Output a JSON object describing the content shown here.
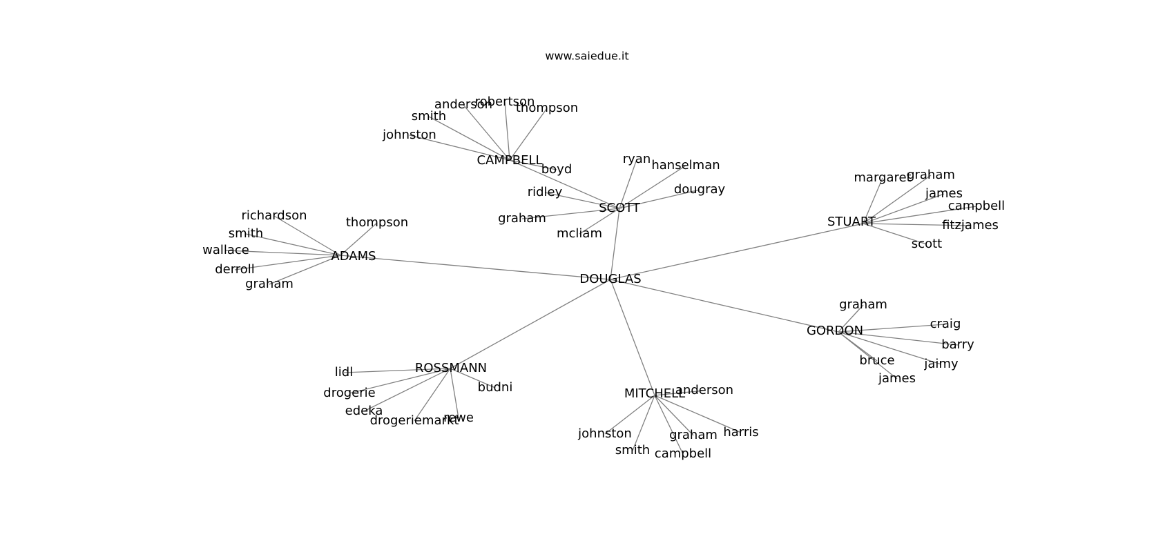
{
  "title": "www.saiedue.it",
  "nodes": {
    "douglas": "DOUGLAS",
    "campbell": "CAMPBELL",
    "scott": "SCOTT",
    "stuart": "STUART",
    "adams": "ADAMS",
    "gordon": "GORDON",
    "rossmann": "ROSSMANN",
    "mitchell": "MITCHELL",
    "c_anderson": "anderson",
    "c_robertson": "robertson",
    "c_thompson": "thompson",
    "c_smith": "smith",
    "c_johnston": "johnston",
    "c_boyd": "boyd",
    "s_ryan": "ryan",
    "s_hanselman": "hanselman",
    "s_dougray": "dougray",
    "s_ridley": "ridley",
    "s_graham": "graham",
    "s_mcliam": "mcliam",
    "st_margaret": "margaret",
    "st_graham": "graham",
    "st_james": "james",
    "st_campbell": "campbell",
    "st_fitzjames": "fitzjames",
    "st_scott": "scott",
    "a_richardson": "richardson",
    "a_thompson": "thompson",
    "a_smith": "smith",
    "a_wallace": "wallace",
    "a_derroll": "derroll",
    "a_graham": "graham",
    "g_graham": "graham",
    "g_craig": "craig",
    "g_barry": "barry",
    "g_jaimy": "jaimy",
    "g_bruce": "bruce",
    "g_james": "james",
    "r_lidl": "lidl",
    "r_drogerie": "drogerie",
    "r_edeka": "edeka",
    "r_drogeriemarkt": "drogeriemarkt",
    "r_rewe": "rewe",
    "r_budni": "budni",
    "m_anderson": "anderson",
    "m_johnston": "johnston",
    "m_smith": "smith",
    "m_graham": "graham",
    "m_campbell": "campbell",
    "m_harris": "harris"
  }
}
